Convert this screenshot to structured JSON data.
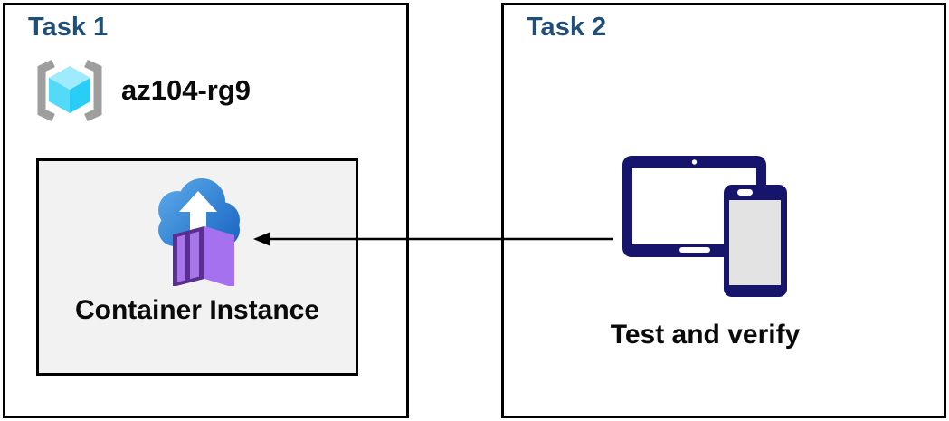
{
  "task1": {
    "title": "Task 1",
    "resource_group_name": "az104-rg9",
    "container_label": "Container Instance"
  },
  "task2": {
    "title": "Task 2",
    "verify_label": "Test and verify"
  },
  "icons": {
    "resource_group": "resource-group-icon",
    "container_instance": "container-instance-cloud-upload-icon",
    "devices": "tablet-and-phone-icon",
    "connector": "left-arrow-connector"
  },
  "colors": {
    "title_blue": "#1F4E79",
    "border_black": "#000000",
    "inner_box_gray": "#F2F2F2",
    "device_navy": "#16156B",
    "device_screen_gray": "#E3E3E3",
    "cloud_blue_light": "#59A7E8",
    "cloud_blue_dark": "#1A66C4",
    "container_purple_frame": "#5B2E91",
    "container_purple_panel": "#A777E9",
    "container_purple_side": "#A571EE",
    "container_purple_top": "#B98FF2",
    "cube_cyan_top": "#9FEAFC",
    "cube_cyan_left": "#53DAF8",
    "cube_cyan_right": "#28CEF5",
    "bracket_gray": "#9E9E9E"
  }
}
